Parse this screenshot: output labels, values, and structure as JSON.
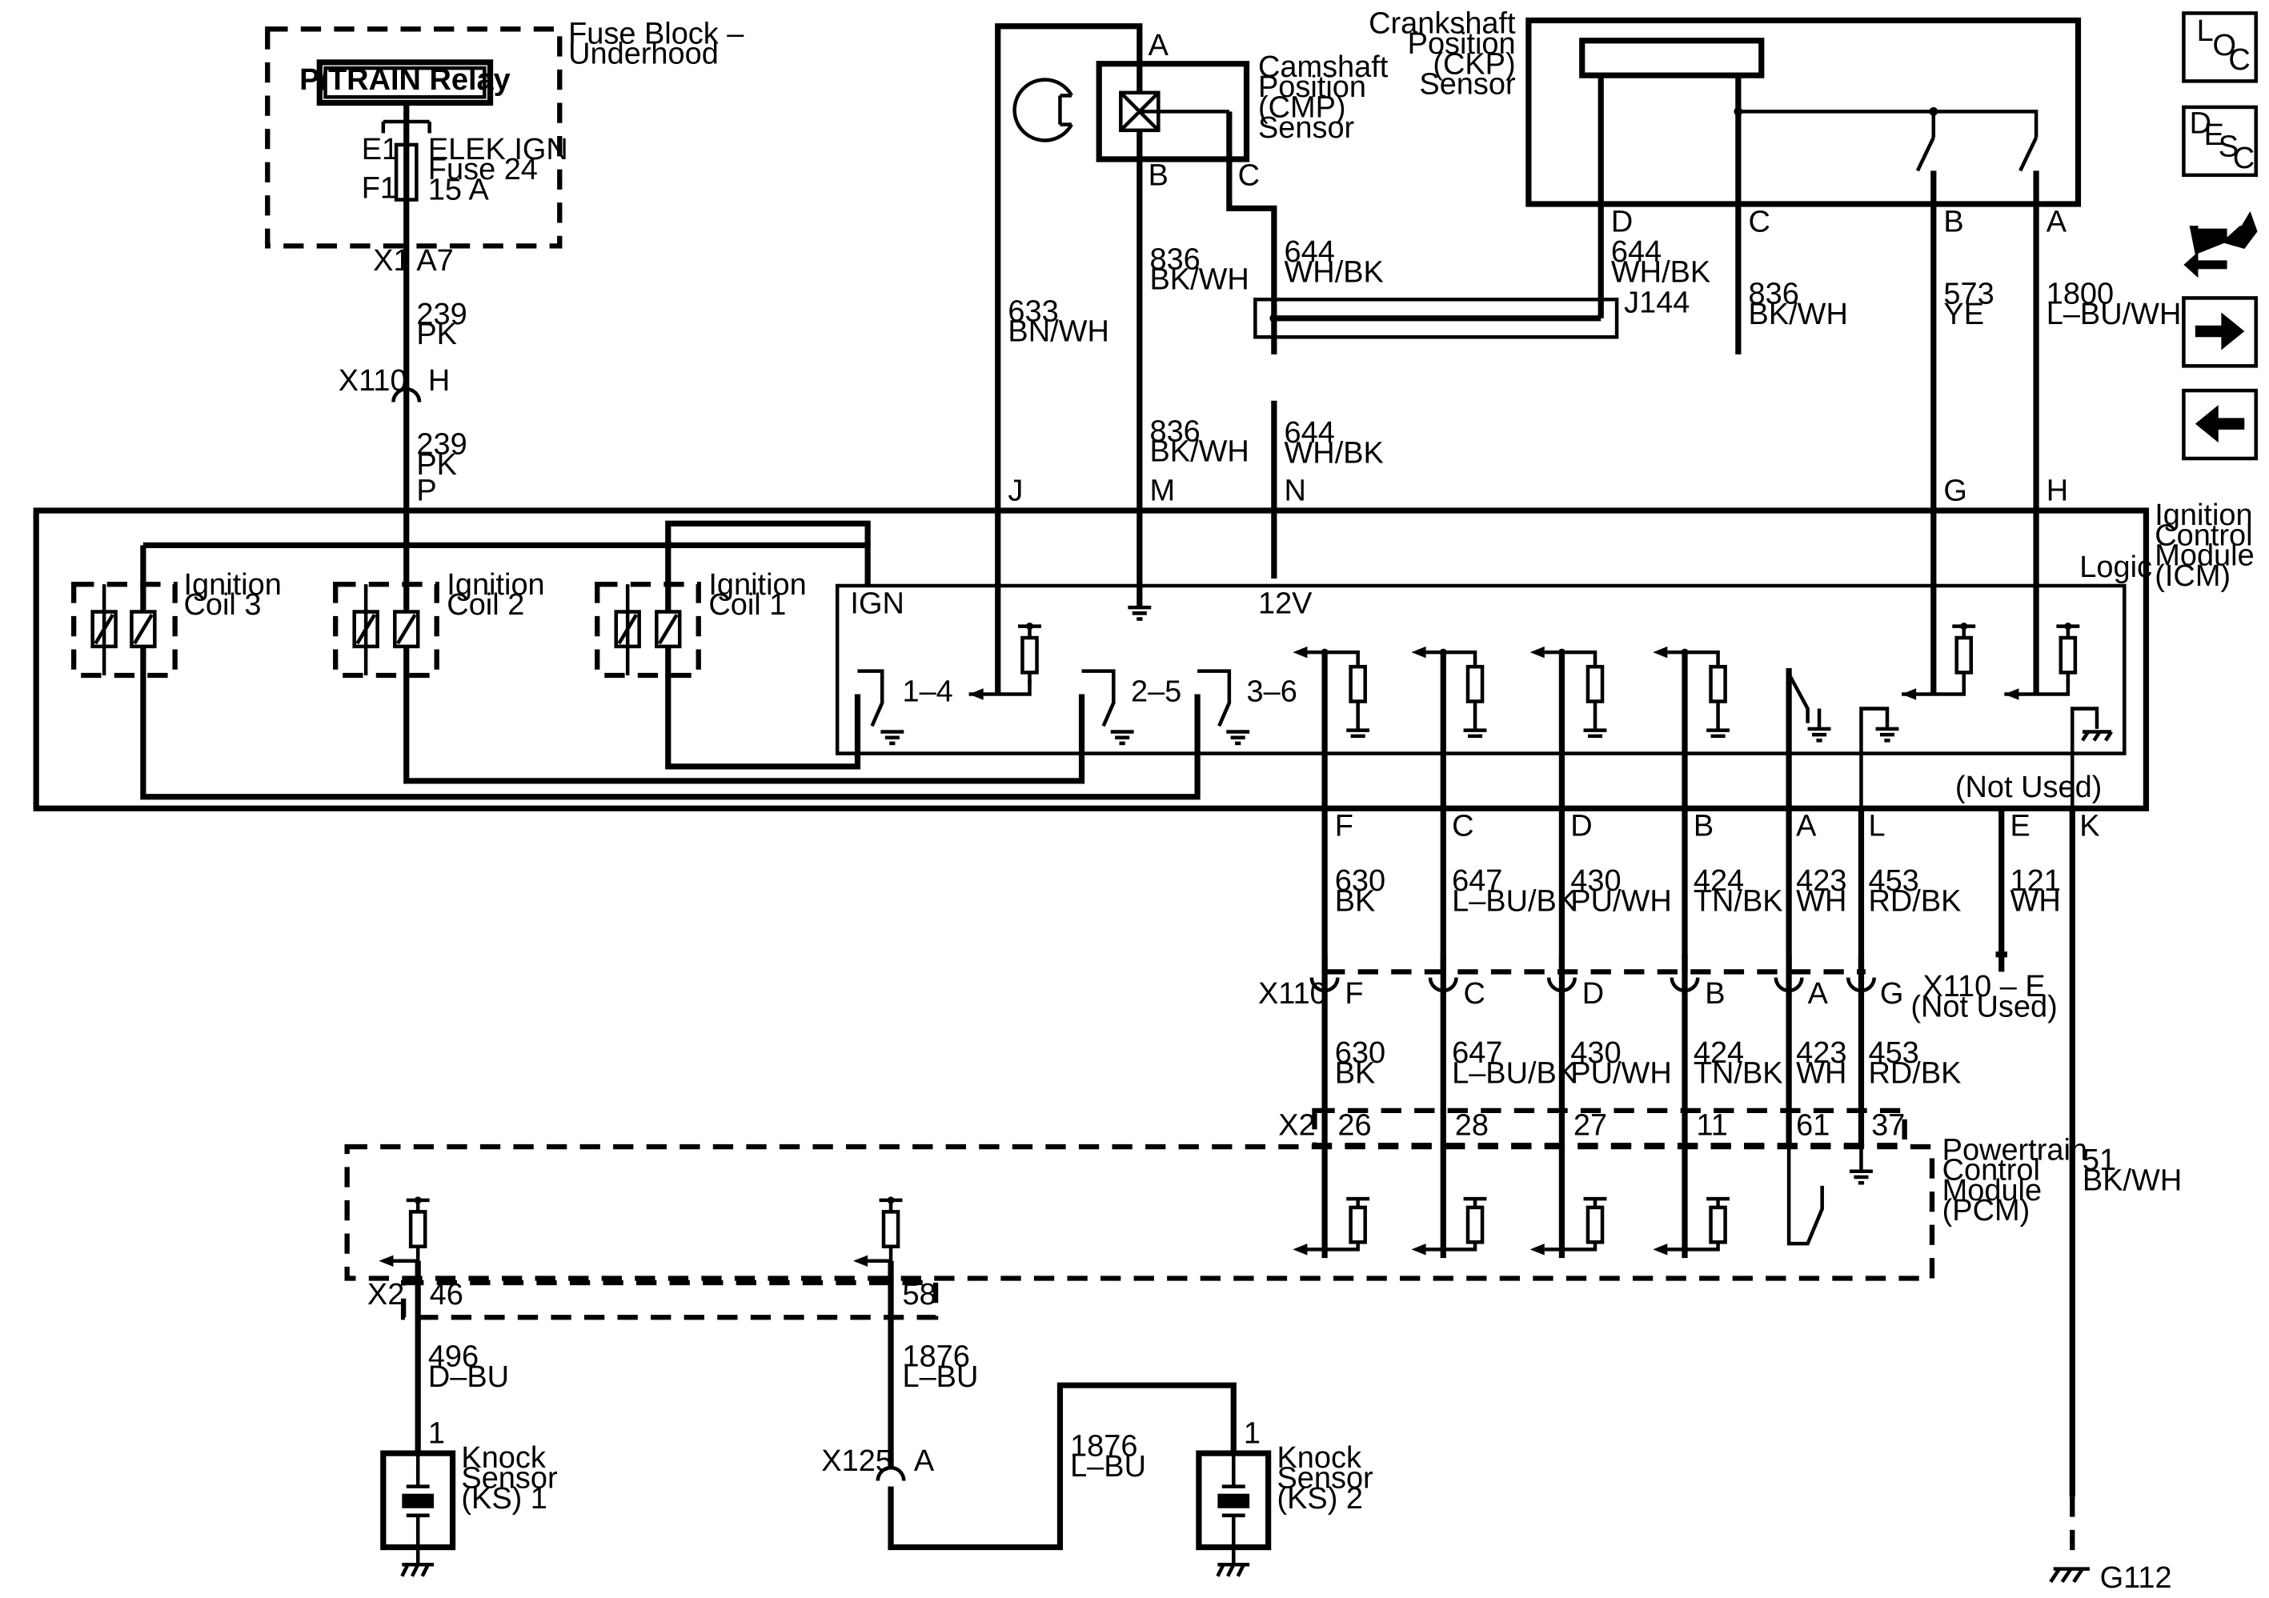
{
  "nav": {
    "loc": [
      "L",
      "O",
      "C"
    ],
    "desc": [
      "D",
      "E",
      "S",
      "C"
    ]
  },
  "fuse_block": {
    "title_line1": "Fuse Block –",
    "title_line2": "Underhood",
    "relay": "P/TRAIN Relay",
    "pin_e1": "E1",
    "pin_f1": "F1",
    "fuse_line1": "ELEK IGN",
    "fuse_line2": "Fuse 24",
    "fuse_line3": "15 A",
    "conn_x1": "X1",
    "conn_a7": "A7"
  },
  "cmp": {
    "line1": "Camshaft",
    "line2": "Position",
    "line3": "(CMP)",
    "line4": "Sensor",
    "pin_a": "A",
    "pin_b": "B",
    "pin_c": "C"
  },
  "ckp": {
    "line1": "Crankshaft",
    "line2": "Position",
    "line3": "(CKP)",
    "line4": "Sensor",
    "pin_d": "D",
    "pin_c": "C",
    "pin_b": "B",
    "pin_a": "A"
  },
  "icm": {
    "line1": "Ignition",
    "line2": "Control",
    "line3": "Module",
    "line4": "(ICM)",
    "logic": "Logic",
    "ign": "IGN",
    "v12": "12V",
    "not_used": "(Not Used)",
    "coil3": [
      "Ignition",
      "Coil 3"
    ],
    "coil2": [
      "Ignition",
      "Coil 2"
    ],
    "coil1": [
      "Ignition",
      "Coil 1"
    ],
    "sw14": "1–4",
    "sw25": "2–5",
    "sw36": "3–6",
    "top_pins": {
      "p": "P",
      "j": "J",
      "m": "M",
      "n": "N",
      "g": "G",
      "h": "H"
    },
    "bottom_pins": {
      "f": "F",
      "c": "C",
      "d": "D",
      "b": "B",
      "a": "A",
      "l": "L",
      "e": "E",
      "k": "K"
    }
  },
  "wires": {
    "w239a": [
      "239",
      "PK"
    ],
    "w239b": [
      "239",
      "PK"
    ],
    "w633": [
      "633",
      "BN/WH"
    ],
    "w836a": [
      "836",
      "BK/WH"
    ],
    "w836b": [
      "836",
      "BK/WH"
    ],
    "w644a": [
      "644",
      "WH/BK"
    ],
    "w644b": [
      "644",
      "WH/BK"
    ],
    "w644c": [
      "644",
      "WH/BK"
    ],
    "w836c": [
      "836",
      "BK/WH"
    ],
    "w573": [
      "573",
      "YE"
    ],
    "w1800": [
      "1800",
      "L–BU/WH"
    ],
    "w630a": [
      "630",
      "BK"
    ],
    "w647a": [
      "647",
      "L–BU/BK"
    ],
    "w430a": [
      "430",
      "PU/WH"
    ],
    "w424a": [
      "424",
      "TN/BK"
    ],
    "w423a": [
      "423",
      "WH"
    ],
    "w453a": [
      "453",
      "RD/BK"
    ],
    "w121": [
      "121",
      "WH"
    ],
    "w630b": [
      "630",
      "BK"
    ],
    "w647b": [
      "647",
      "L–BU/BK"
    ],
    "w430b": [
      "430",
      "PU/WH"
    ],
    "w424b": [
      "424",
      "TN/BK"
    ],
    "w423b": [
      "423",
      "WH"
    ],
    "w453b": [
      "453",
      "RD/BK"
    ],
    "w51": [
      "51",
      "BK/WH"
    ],
    "w496": [
      "496",
      "D–BU"
    ],
    "w1876a": [
      "1876",
      "L–BU"
    ],
    "w1876b": [
      "1876",
      "L–BU"
    ]
  },
  "connectors": {
    "x110_top": "X110",
    "x110_top_pin": "H",
    "j144": "J144",
    "x110_mid": "X110",
    "x110_mid_pins": [
      "F",
      "C",
      "D",
      "B",
      "A",
      "G"
    ],
    "x110e_line1": "X110 – E",
    "x110e_line2": "(Not Used)",
    "x2_top": "X2",
    "x2_top_pins": [
      "26",
      "28",
      "27",
      "11",
      "61",
      "37"
    ],
    "x2_bottom": "X2",
    "x2_pin46": "46",
    "x2_pin58": "58",
    "x125": "X125",
    "x125_pin": "A",
    "g112": "G112"
  },
  "pcm": {
    "line1": "Powertrain",
    "line2": "Control",
    "line3": "Module",
    "line4": "(PCM)"
  },
  "ks1": {
    "pin": "1",
    "line1": "Knock",
    "line2": "Sensor",
    "line3": "(KS) 1"
  },
  "ks2": {
    "pin": "1",
    "line1": "Knock",
    "line2": "Sensor",
    "line3": "(KS) 2"
  }
}
